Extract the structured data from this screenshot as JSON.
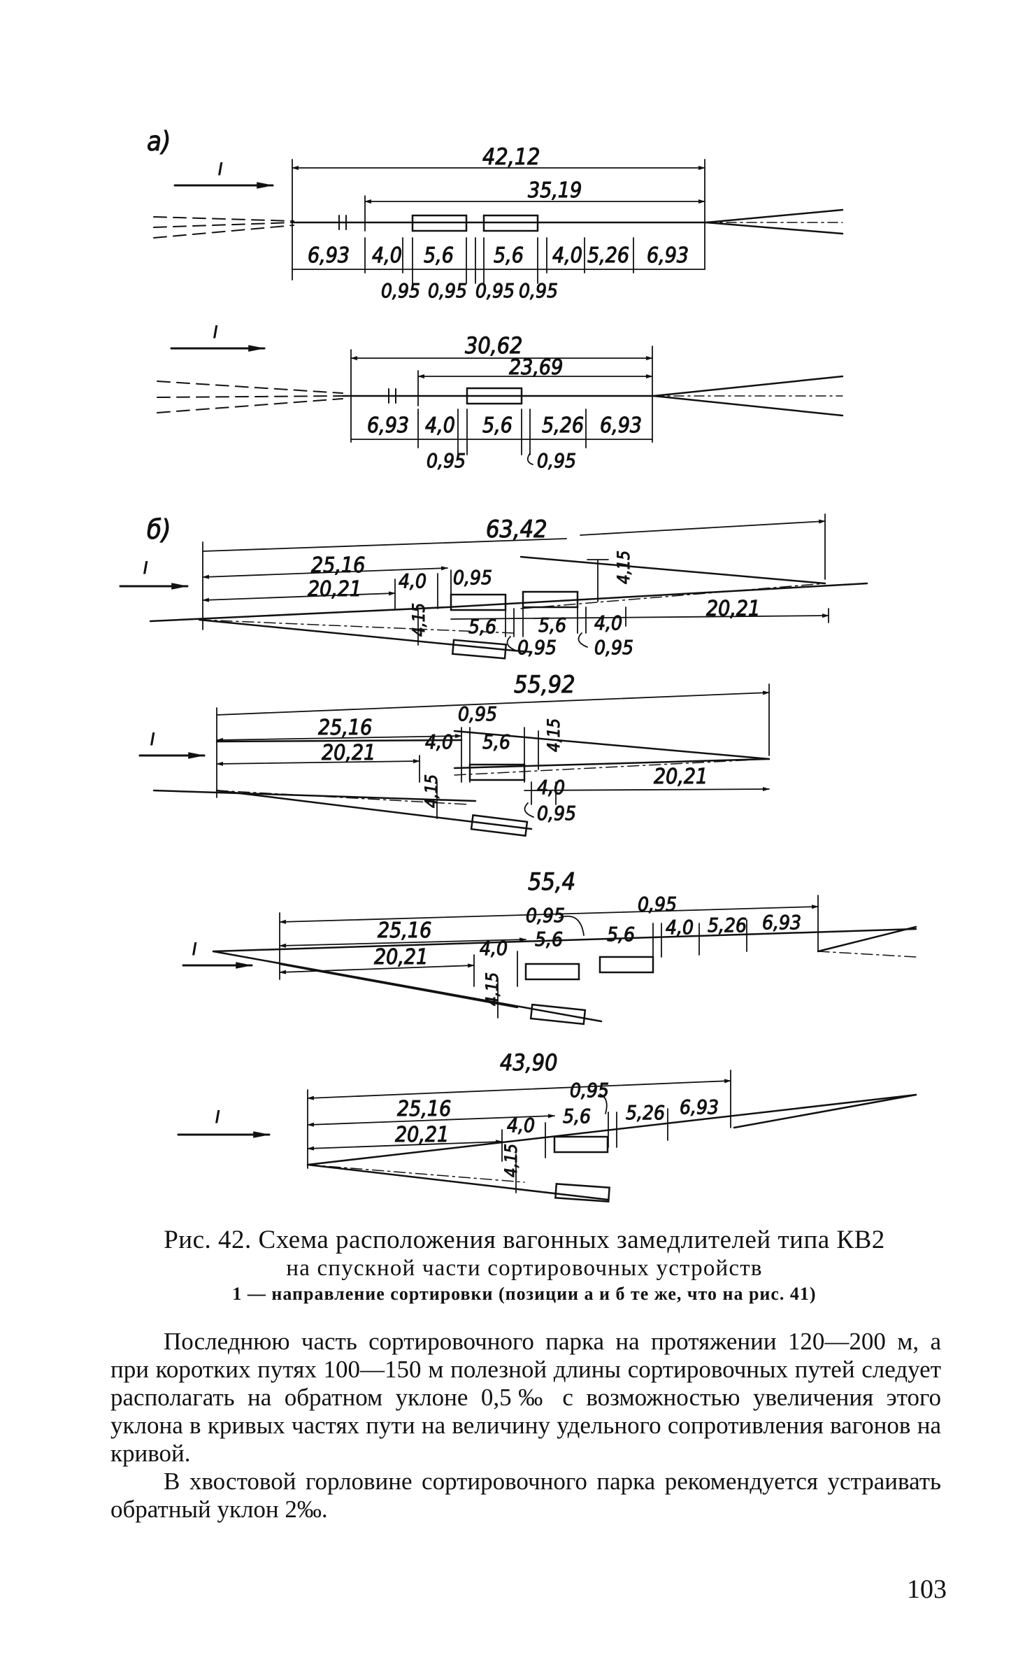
{
  "figure": {
    "panel_labels": {
      "a": "а)",
      "b": "б)"
    },
    "direction_label": "I",
    "a1": {
      "total": "42,12",
      "sub": "35,19",
      "segments": [
        "6,93",
        "4,0",
        "5,6",
        "5,6",
        "4,0",
        "5,26",
        "6,93"
      ],
      "gaps": [
        "0,95",
        "0,95",
        "0,95",
        "0,95"
      ]
    },
    "a2": {
      "total": "30,62",
      "sub": "23,69",
      "segments": [
        "6,93",
        "4,0",
        "5,6",
        "5,26",
        "6,93"
      ],
      "gaps": [
        "0,95",
        "0,95"
      ]
    },
    "b1": {
      "total": "63,42",
      "d1": "25,16",
      "d2": "20,21",
      "d3": "4,0",
      "d4": "0,95",
      "d5": "4,15",
      "d6": "4,15",
      "d7": "5,6",
      "d8": "5,6",
      "d9": "4,0",
      "d10": "20,21",
      "d11": "0,95",
      "d12": "0,95"
    },
    "b2": {
      "total": "55,92",
      "d1": "25,16",
      "d2": "20,21",
      "d3": "4,0",
      "d4": "0,95",
      "d5": "5,6",
      "d6": "4,15",
      "d7": "4,15",
      "d8": "4,0",
      "d9": "20,21",
      "d10": "0,95"
    },
    "b3": {
      "total": "55,4",
      "d1": "25,16",
      "d2": "20,21",
      "d3": "4,0",
      "d4": "0,95",
      "d5": "5,6",
      "d6": "0,95",
      "d7": "5,6",
      "d8": "4,0",
      "d9": "5,26",
      "d10": "6,93",
      "d11": "4,15"
    },
    "b4": {
      "total": "43,90",
      "d1": "25,16",
      "d2": "20,21",
      "d3": "4,0",
      "d4": "0,95",
      "d5": "5,6",
      "d6": "5,26",
      "d7": "6,93",
      "d8": "4,15"
    }
  },
  "caption": {
    "line1": "Рис. 42. Схема расположения вагонных замедлителей типа КВ2",
    "line2": "на спускной части сортировочных устройств",
    "line3": "1 — направление сортировки (позиции а и б те же, что на рис. 41)"
  },
  "paragraphs": [
    "Последнюю часть сортировочного парка на протяжении 120—200 м, а при коротких путях 100—150 м полезной длины сортировочных путей следует располагать на обратном уклоне 0,5‰ с возможностью увеличения этого уклона в кривых частях пути на величину удельного сопротивления вагонов на кривой.",
    "В хвостовой горловине сортировочного парка рекомендуется устраивать обратный уклон 2‰."
  ],
  "page_number": "103"
}
